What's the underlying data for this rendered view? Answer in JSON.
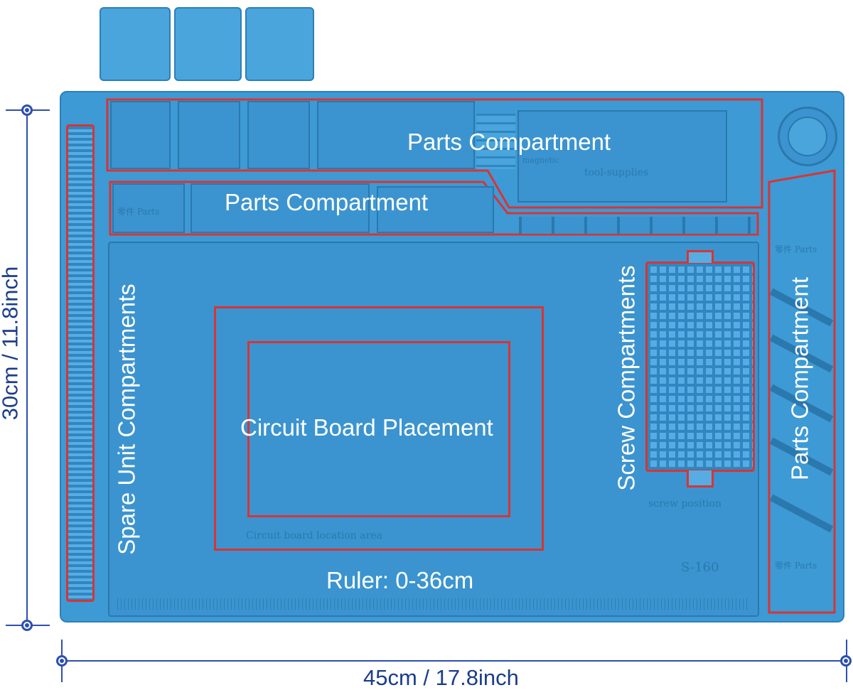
{
  "labels": {
    "parts_top": "Parts Compartment",
    "parts_middle": "Parts Compartment",
    "parts_right": "Parts Compartment",
    "spare_unit": "Spare Unit Compartments",
    "screw": "Screw Compartments",
    "circuit_board": "Circuit Board Placement",
    "ruler": "Ruler: 0-36cm"
  },
  "dimensions": {
    "height": "30cm / 11.8inch",
    "width": "45cm / 17.8inch"
  },
  "embossed": {
    "circuit_area": "Circuit board location area",
    "screw_position": "screw position",
    "tool_supplies": "tool-supplies",
    "magnetic": "magnetic",
    "model": "S-160",
    "parts_1": "零件 Parts",
    "parts_2": "零件 Parts",
    "parts_3": "零件 Parts"
  },
  "colors": {
    "mat": "#3d9ad4",
    "outline": "#d93434",
    "dimension": "#2c4fb0"
  }
}
